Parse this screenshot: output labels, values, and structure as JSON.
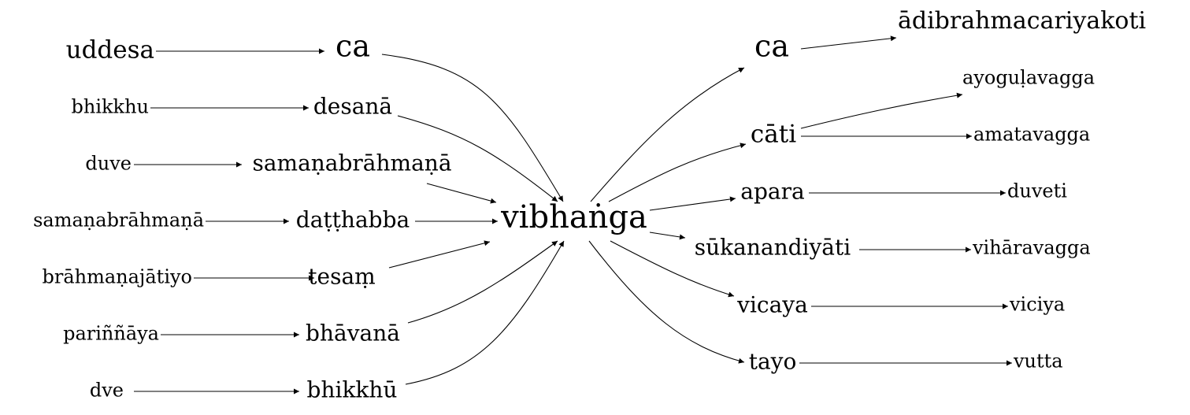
{
  "colors": {
    "line": "#000000",
    "text": "#000000",
    "background": "#ffffff"
  },
  "nodes": {
    "center": "vibhaṅga",
    "left_sources": [
      "uddesa",
      "bhikkhu",
      "duve",
      "samaṇabrāhmaṇā",
      "brāhmaṇajātiyo",
      "pariññāya",
      "dve"
    ],
    "left_mid": [
      "ca",
      "desanā",
      "samaṇabrāhmaṇā",
      "daṭṭhabba",
      "tesaṃ",
      "bhāvanā",
      "bhikkhū"
    ],
    "right_mid": [
      "ca",
      "cāti",
      "apara",
      "sūkanandiyāti",
      "vicaya",
      "tayo"
    ],
    "right_targets": [
      "ādibrahmacariyakoti",
      "ayoguḷavagga",
      "amatavagga",
      "duveti",
      "vihāravagga",
      "viciya",
      "vutta"
    ]
  }
}
